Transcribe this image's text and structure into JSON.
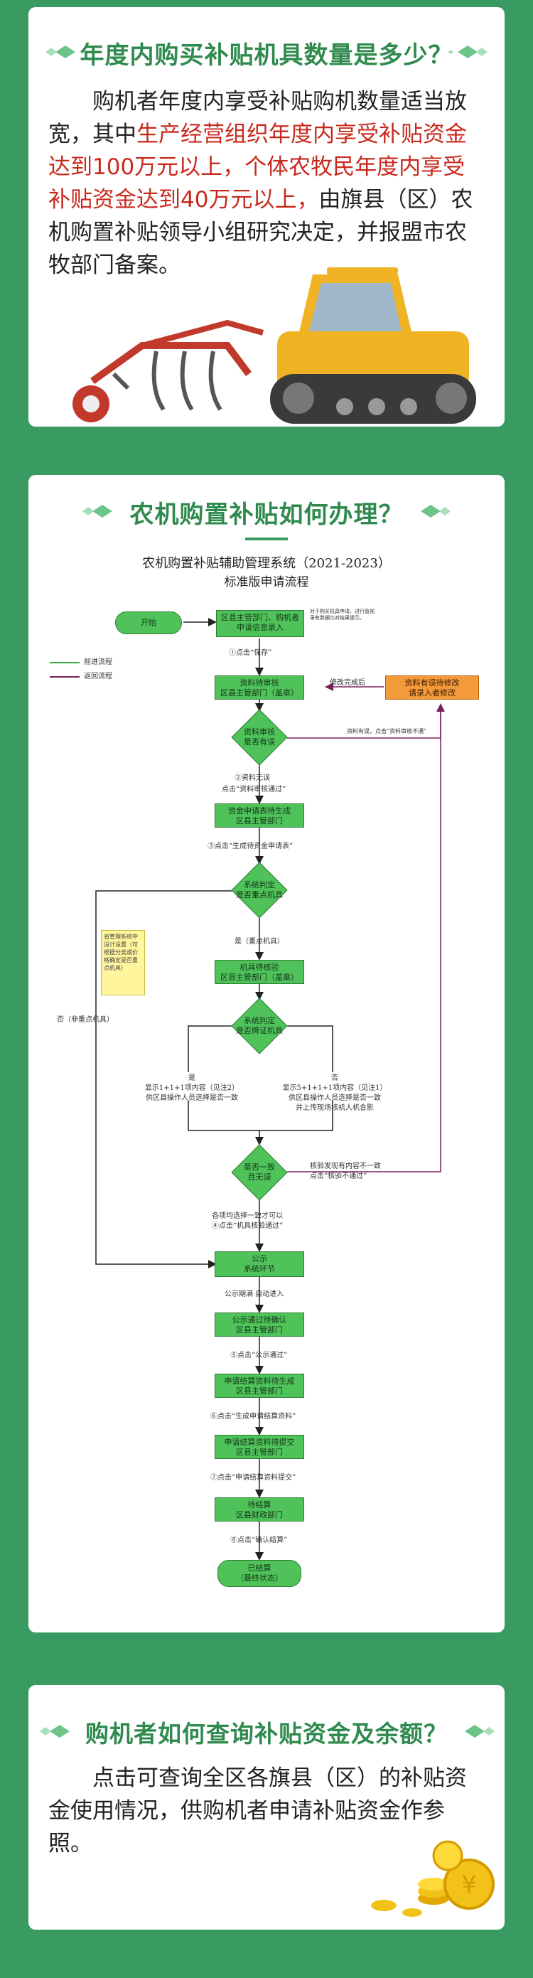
{
  "section1": {
    "title": "年度内购买补贴机具数量是多少？",
    "p_before": "购机者年度内享受补贴购机数量适当放宽，其中",
    "p_red": "生产经营组织年度内享受补贴资金达到100万元以上，个体农牧民年度内享受补贴资金达到40万元以上，",
    "p_after": "由旗县（区）农机购置补贴领导小组研究决定，并报盟市农牧部门备案。"
  },
  "section2": {
    "title": "农机购置补贴如何办理？",
    "fc_title1": "农机购置补贴辅助管理系统（2021-2023）",
    "fc_title2": "标准版申请流程",
    "legend_forward": "前进流程",
    "legend_back": "返回流程",
    "n_start": "开始",
    "n_entry1": "区县主管部门、购机者",
    "n_entry2": "申请信息录入",
    "n_entry_note": "对于购买机具申请，进行监视录有数据比对结果提示。",
    "s_save": "①点击“保存”",
    "n_review1": "资料待审核",
    "n_review2": "区县主管部门（盖章）",
    "n_fix1": "资料有误待修改",
    "n_fix2": "请录入者修改",
    "s_fixdone": "修改完成后",
    "d_review1": "资料审核",
    "d_review2": "是否有误",
    "s_error": "资料有误，点击“资料审核不通”",
    "s_ok1": "②资料无误",
    "s_ok2": "点击“资料审核通过”",
    "n_fund1": "资金申请表待生成",
    "n_fund2": "区县主管部门",
    "s_gen": "③点击“生成待资金申请表”",
    "d_key1": "系统判定",
    "d_key2": "是否重点机具",
    "yellow_note": "省管理系统中设计设置（可根据分类或价格确定是否重点机具）",
    "s_yes_key": "是（重点机具）",
    "s_no_key": "否（非重点机具）",
    "n_check1": "机具待核验",
    "n_check2": "区县主管部门（盖章）",
    "d_cert1": "系统判定",
    "d_cert2": "是否牌证机具",
    "s_yes_cert1": "是",
    "s_yes_cert2": "显示1+1+1项内容（见注2）",
    "s_yes_cert3": "供区县操作人员选择是否一致",
    "s_no_cert1": "否",
    "s_no_cert2": "显示5+1+1+1项内容（见注1）",
    "s_no_cert3": "供区县操作人员选择是否一致",
    "s_no_cert4": "并上传现场核机人机合影",
    "d_consist1": "是否一致",
    "d_consist2": "且无误",
    "s_mismatch1": "核验发现有内容不一致",
    "s_mismatch2": "点击“核验不通过”",
    "s_allok1": "各项均选择一致才可以",
    "s_allok2": "④点击“机具核验通过”",
    "n_public1": "公示",
    "n_public2": "系统环节",
    "s_public": "公示期满 自动进入",
    "n_confirm1": "公示通过待确认",
    "n_confirm2": "区县主管部门",
    "s_pass": "⑤点击“公示通过”",
    "n_settle1": "申请结算资料待生成",
    "n_settle2": "区县主管部门",
    "s_gensettle": "⑥点击“生成申请结算资料”",
    "n_submit1": "申请结算资料待提交",
    "n_submit2": "区县主管部门",
    "s_submit": "⑦点击“申请结算资料提交”",
    "n_wait1": "待结算",
    "n_wait2": "区县财政部门",
    "s_confirm": "⑧点击“确认结算”",
    "n_end1": "已结算",
    "n_end2": "（最终状态）"
  },
  "section3": {
    "title": "购机者如何查询补贴资金及余额？",
    "text": "点击可查询全区各旗县（区）的补贴资金使用情况，供购机者申请补贴资金作参照。"
  },
  "colors": {
    "background": "#3a9b62",
    "title_green": "#2f8a4e",
    "highlight_red": "#c8291d",
    "node_green": "#4fc25a",
    "node_orange": "#f39a3a"
  },
  "icons": [
    "diamond-deco-icon",
    "tractor-illustration",
    "coin-stack-icon"
  ]
}
